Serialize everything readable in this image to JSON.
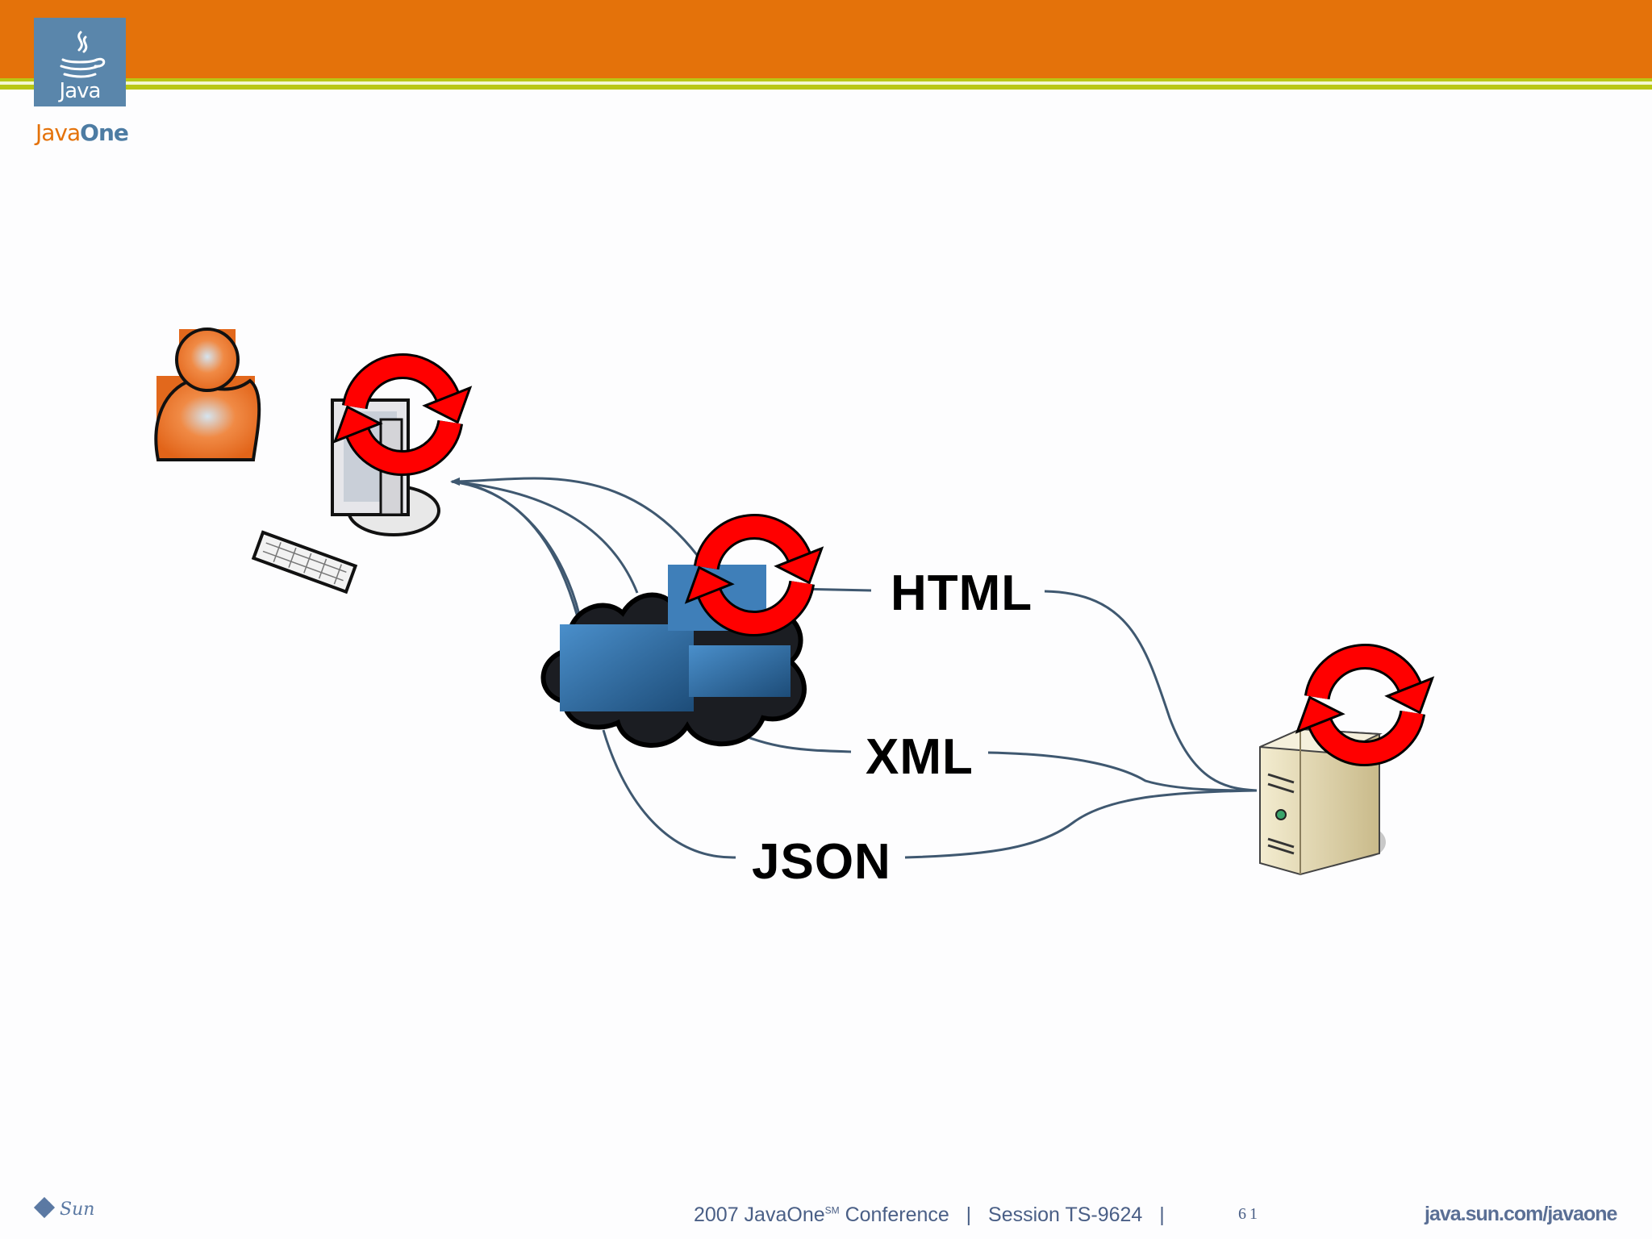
{
  "header": {
    "java_logo_text": "Java",
    "brand_part1": "Java",
    "brand_part2": "One"
  },
  "diagram": {
    "nodes": [
      {
        "id": "user",
        "icon": "user-icon"
      },
      {
        "id": "client",
        "icon": "computer-icon"
      },
      {
        "id": "network",
        "icon": "cloud-icon"
      },
      {
        "id": "server",
        "icon": "server-icon"
      }
    ],
    "labels": {
      "html": "HTML",
      "xml": "XML",
      "json": "JSON"
    },
    "refresh_icon": "refresh-arrows-icon",
    "colors": {
      "refresh": "#ff0000",
      "connector": "#3f5870",
      "cloud": "#3f7fb9",
      "user": "#ec7a2e"
    }
  },
  "footer": {
    "year_conference": "2007 JavaOne",
    "service_mark": "SM",
    "conference": " Conference",
    "separator1": "|",
    "session": "Session TS-9624",
    "separator2": "|",
    "page_number": "61",
    "url": "java.sun.com/javaone",
    "sun_logo_text": "Sun"
  },
  "colors": {
    "header_orange": "#e4720a",
    "header_stripe": "#b9c714",
    "java_box": "#5a86ab",
    "footer_text": "#4a5f86"
  }
}
